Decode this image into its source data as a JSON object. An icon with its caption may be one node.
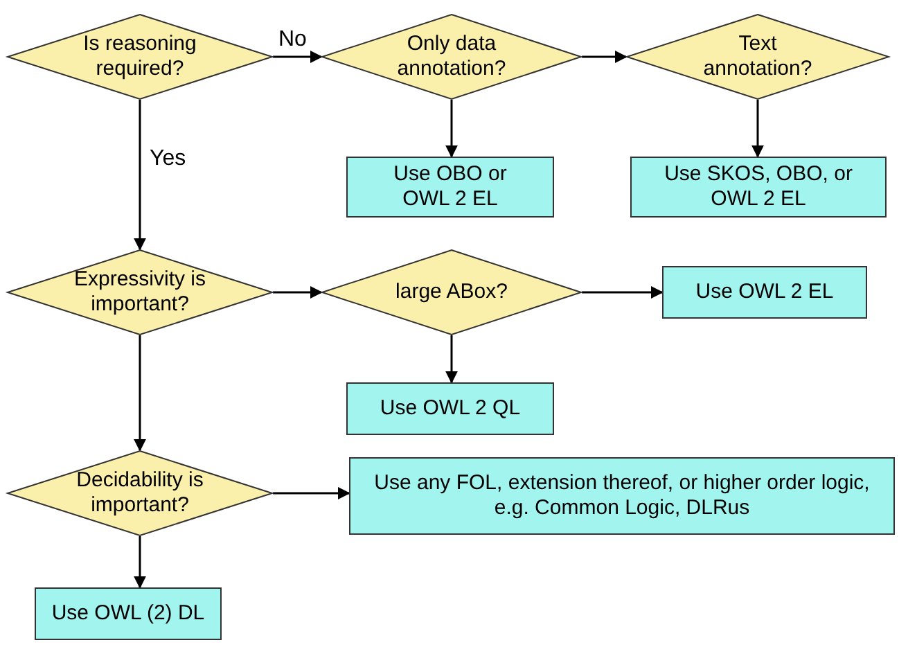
{
  "diagram": {
    "nodes": [
      {
        "text": [
          "Is reasoning required?"
        ]
      },
      {
        "text": [
          "Only data annotation?"
        ]
      },
      {
        "text": [
          "Text annotation?"
        ]
      },
      {
        "text": [
          "Use OBO or OWL 2 EL"
        ]
      },
      {
        "text": [
          "Use SKOS, OBO, or OWL 2 EL"
        ]
      },
      {
        "text": [
          "Expressivity is important?"
        ]
      },
      {
        "text": [
          "large ABox?"
        ]
      },
      {
        "text": [
          "Use OWL 2 EL"
        ]
      },
      {
        "text": [
          "Use OWL 2 QL"
        ]
      },
      {
        "text": [
          "Decidability is important?"
        ]
      },
      {
        "text": [
          "Use any FOL, extension thereof, or higher order logic, e.g. Common Logic, DLRus"
        ]
      },
      {
        "text": [
          "Use OWL (2) DL"
        ]
      }
    ],
    "edges": [
      {
        "from": 0,
        "to": 1,
        "arrow": "to",
        "label": "No"
      },
      {
        "from": 1,
        "to": 2,
        "arrow": "to"
      },
      {
        "from": 1,
        "to": 3,
        "arrow": "to"
      },
      {
        "from": 2,
        "to": 4,
        "arrow": "to"
      },
      {
        "from": 0,
        "to": 5,
        "arrow": "to",
        "label": "Yes"
      },
      {
        "from": 5,
        "to": 6,
        "arrow": "to"
      },
      {
        "from": 6,
        "to": 7,
        "arrow": "to"
      },
      {
        "from": 6,
        "to": 8,
        "arrow": "to"
      },
      {
        "from": 5,
        "to": 9,
        "arrow": "to"
      },
      {
        "from": 9,
        "to": 10,
        "arrow": "to"
      },
      {
        "from": 9,
        "to": 11,
        "arrow": "to"
      }
    ]
  }
}
